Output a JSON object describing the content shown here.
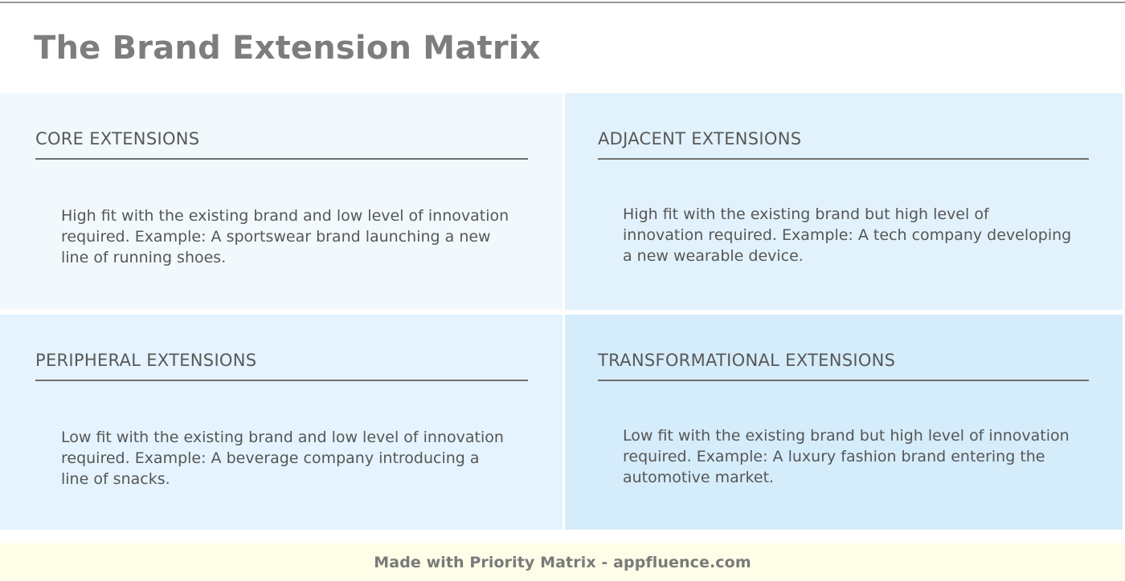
{
  "header": {
    "title": "The Brand Extension Matrix"
  },
  "colors": {
    "title_text": "#7d7d7d",
    "quadrant_title_text": "#585858",
    "quadrant_body_text": "#565656",
    "quadrant_rule": "#6f6f6f",
    "top_rule": "#9a9a9a",
    "quadrant_top_left_bg": "#f2f9fd",
    "quadrant_top_right_bg": "#e2f2fc",
    "quadrant_bottom_left_bg": "#e4f3fd",
    "quadrant_bottom_right_bg": "#d5ecfb",
    "footer_bg": "#fdfde8",
    "footer_text": "#7a7a7a",
    "page_bg": "#ffffff"
  },
  "matrix": {
    "quadrants": [
      {
        "position": "top-left",
        "title": "CORE EXTENSIONS",
        "body": "High fit with the existing brand and low level of innovation required. Example: A sportswear brand launching a new line of running shoes.",
        "bg": "#f2f9fd"
      },
      {
        "position": "top-right",
        "title": "ADJACENT EXTENSIONS",
        "body": "High fit with the existing brand but high level of innovation required. Example: A tech company developing a new wearable device.",
        "bg": "#e2f2fc"
      },
      {
        "position": "bottom-left",
        "title": "PERIPHERAL EXTENSIONS",
        "body": "Low fit with the existing brand and low level of innovation required. Example: A beverage company introducing a line of snacks.",
        "bg": "#e4f3fd"
      },
      {
        "position": "bottom-right",
        "title": "TRANSFORMATIONAL EXTENSIONS",
        "body": "Low fit with the existing brand but high level of innovation required. Example: A luxury fashion brand entering the automotive market.",
        "bg": "#d5ecfb"
      }
    ]
  },
  "footer": {
    "text": "Made with Priority Matrix - appfluence.com"
  }
}
